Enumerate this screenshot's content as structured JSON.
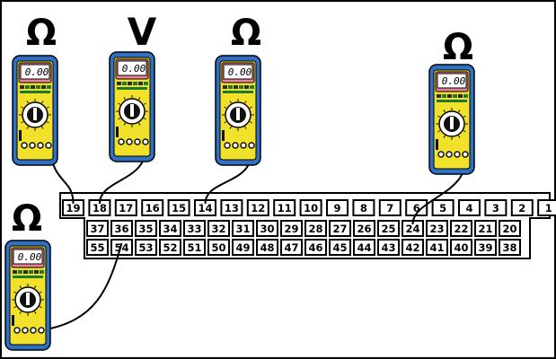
{
  "connector": {
    "rows": [
      [
        "19",
        "18",
        "17",
        "16",
        "15",
        "14",
        "13",
        "12",
        "11",
        "10",
        "9",
        "8",
        "7",
        "6",
        "5",
        "4",
        "3",
        "2",
        "1"
      ],
      [
        "37",
        "36",
        "35",
        "34",
        "33",
        "32",
        "31",
        "30",
        "29",
        "28",
        "27",
        "26",
        "25",
        "24",
        "23",
        "22",
        "21",
        "20"
      ],
      [
        "55",
        "54",
        "53",
        "52",
        "51",
        "50",
        "49",
        "48",
        "47",
        "46",
        "45",
        "44",
        "43",
        "42",
        "41",
        "40",
        "39",
        "38"
      ]
    ]
  },
  "meters": [
    {
      "symbol": "Ω",
      "reading": "0.00",
      "probe_pin": "19"
    },
    {
      "symbol": "V",
      "reading": "0.00",
      "probe_pin": "18"
    },
    {
      "symbol": "Ω",
      "reading": "0.00",
      "probe_pin": "14"
    },
    {
      "symbol": "Ω",
      "reading": "0.00",
      "probe_pin": "24"
    },
    {
      "symbol": "Ω",
      "reading": "0.00",
      "probe_pin": "54"
    }
  ],
  "colors": {
    "meter_body": "#2f6fc4",
    "meter_face": "#f2e12b",
    "display_frame": "#e8849a",
    "outline": "#000000",
    "wire": "#000000"
  }
}
